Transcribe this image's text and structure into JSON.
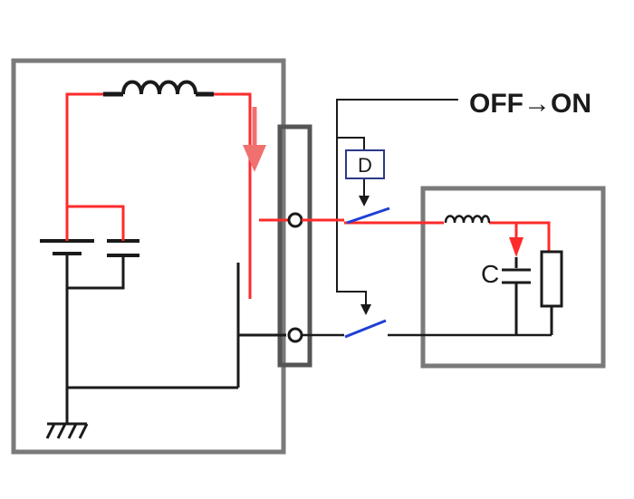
{
  "labels": {
    "switch_state": "OFF→ON",
    "delay_unit": "D",
    "capacitor": "C"
  },
  "colors": {
    "box_gray": "#7a7a7a",
    "wire_black": "#1a1a1a",
    "current_red": "#ff2a2a",
    "switch_blue": "#1f3fd6",
    "arrow_red": "#f07070"
  }
}
